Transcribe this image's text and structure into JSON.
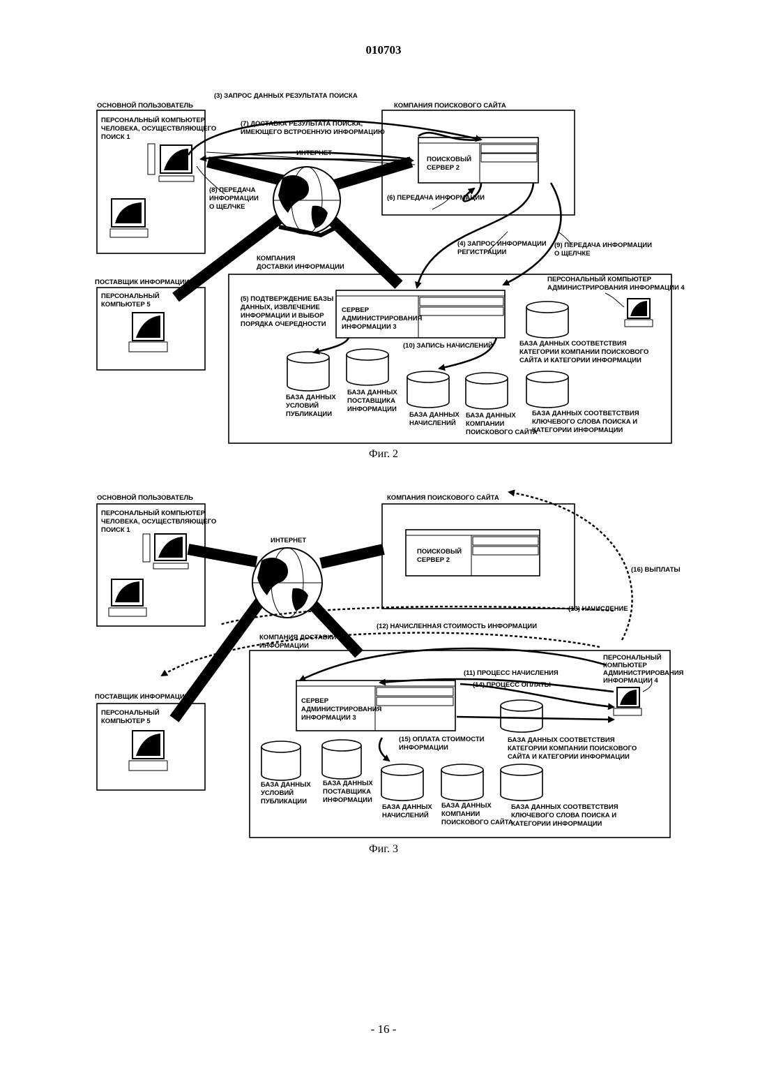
{
  "page": {
    "doc_number": "010703",
    "page_number": "- 16 -"
  },
  "fig2": {
    "caption": "Фиг. 2",
    "labels": {
      "primary_user": "ОСНОВНОЙ ПОЛЬЗОВАТЕЛЬ",
      "searcher_pc": [
        "ПЕРСОНАЛЬНЫЙ КОМПЬЮТЕР",
        "ЧЕЛОВЕКА, ОСУЩЕСТВЛЯЮЩЕГО",
        "ПОИСК 1"
      ],
      "search_company": "КОМПАНИЯ ПОИСКОВОГО САЙТА",
      "search_server": [
        "ПОИСКОВЫЙ",
        "СЕРВЕР 2"
      ],
      "internet": "ИНТЕРНЕТ",
      "step3": "(3) ЗАПРОС ДАННЫХ РЕЗУЛЬТАТА ПОИСКА",
      "step7": [
        "(7) ДОСТАВКА РЕЗУЛЬТАТА ПОИСКА,",
        "ИМЕЮЩЕГО ВСТРОЕННУЮ ИНФОРМАЦИЮ"
      ],
      "step8": [
        "(8) ПЕРЕДАЧА",
        "ИНФОРМАЦИИ",
        "О ЩЕЛЧКЕ"
      ],
      "step6": "(6) ПЕРЕДАЧА ИНФОРМАЦИИ",
      "step4": [
        "(4) ЗАПРОС ИНФОРМАЦИИ",
        "РЕГИСТРАЦИИ"
      ],
      "step9": [
        "(9) ПЕРЕДАЧА ИНФОРМАЦИИ",
        "О ЩЕЛЧКЕ"
      ],
      "delivery_company": [
        "КОМПАНИЯ",
        "ДОСТАВКИ ИНФОРМАЦИИ"
      ],
      "provider": "ПОСТАВЩИК ИНФОРМАЦИИ",
      "provider_pc": [
        "ПЕРСОНАЛЬНЫЙ",
        "КОМПЬЮТЕР 5"
      ],
      "step5": [
        "(5) ПОДТВЕРЖДЕНИЕ БАЗЫ",
        "ДАННЫХ, ИЗВЛЕЧЕНИЕ",
        "ИНФОРМАЦИИ И ВЫБОР",
        "ПОРЯДКА ОЧЕРЕДНОСТИ"
      ],
      "admin_server": [
        "СЕРВЕР",
        "АДМИНИСТРИРОВАНИЯ",
        "ИНФОРМАЦИИ 3"
      ],
      "admin_pc": [
        "ПЕРСОНАЛЬНЫЙ КОМПЬЮТЕР",
        "АДМИНИСТРИРОВАНИЯ ИНФОРМАЦИИ 4"
      ],
      "step10": "(10) ЗАПИСЬ НАЧИСЛЕНИЙ",
      "db_category": [
        "БАЗА ДАННЫХ СООТВЕТСТВИЯ",
        "КАТЕГОРИИ КОМПАНИИ ПОИСКОВОГО",
        "САЙТА И КАТЕГОРИИ ИНФОРМАЦИИ"
      ],
      "db_conditions": [
        "БАЗА ДАННЫХ",
        "УСЛОВИЙ",
        "ПУБЛИКАЦИИ"
      ],
      "db_provider": [
        "БАЗА ДАННЫХ",
        "ПОСТАВЩИКА",
        "ИНФОРМАЦИИ"
      ],
      "db_charges": [
        "БАЗА ДАННЫХ",
        "НАЧИСЛЕНИЙ"
      ],
      "db_company": [
        "БАЗА ДАННЫХ",
        "КОМПАНИИ",
        "ПОИСКОВОГО САЙТА"
      ],
      "db_keyword": [
        "БАЗА ДАННЫХ СООТВЕТСТВИЯ",
        "КЛЮЧЕВОГО СЛОВА ПОИСКА И",
        "КАТЕГОРИИ ИНФОРМАЦИИ"
      ]
    }
  },
  "fig3": {
    "caption": "Фиг. 3",
    "labels": {
      "primary_user": "ОСНОВНОЙ ПОЛЬЗОВАТЕЛЬ",
      "searcher_pc": [
        "ПЕРСОНАЛЬНЫЙ КОМПЬЮТЕР",
        "ЧЕЛОВЕКА, ОСУЩЕСТВЛЯЮЩЕГО",
        "ПОИСК 1"
      ],
      "search_company": "КОМПАНИЯ ПОИСКОВОГО САЙТА",
      "search_server": [
        "ПОИСКОВЫЙ",
        "СЕРВЕР 2"
      ],
      "internet": "ИНТЕРНЕТ",
      "step16": "(16) ВЫПЛАТЫ",
      "step13": "(13) НАЧИСЛЕНИЕ",
      "step12": "(12) НАЧИСЛЕННАЯ СТОИМОСТЬ ИНФОРМАЦИИ",
      "delivery_company": [
        "КОМПАНИЯ ДОСТАВКИ",
        "ИНФОРМАЦИИ"
      ],
      "admin_pc": [
        "ПЕРСОНАЛЬНЫЙ",
        "КОМПЬЮТЕР",
        "АДМИНИСТРИРОВАНИЯ",
        "ИНФОРМАЦИИ 4"
      ],
      "step11": "(11) ПРОЦЕСС НАЧИСЛЕНИЯ",
      "step14": "(14) ПРОЦЕСС ОПЛАТЫ",
      "provider": "ПОСТАВЩИК ИНФОРМАЦИИ",
      "provider_pc": [
        "ПЕРСОНАЛЬНЫЙ",
        "КОМПЬЮТЕР 5"
      ],
      "admin_server": [
        "СЕРВЕР",
        "АДМИНИСТРИРОВАНИЯ",
        "ИНФОРМАЦИИ 3"
      ],
      "step15": [
        "(15) ОПЛАТА СТОИМОСТИ",
        "ИНФОРМАЦИИ"
      ],
      "db_category": [
        "БАЗА ДАННЫХ СООТВЕТСТВИЯ",
        "КАТЕГОРИИ КОМПАНИИ ПОИСКОВОГО",
        "САЙТА И КАТЕГОРИИ ИНФОРМАЦИИ"
      ],
      "db_conditions": [
        "БАЗА ДАННЫХ",
        "УСЛОВИЙ",
        "ПУБЛИКАЦИИ"
      ],
      "db_provider": [
        "БАЗА ДАННЫХ",
        "ПОСТАВЩИКА",
        "ИНФОРМАЦИИ"
      ],
      "db_charges": [
        "БАЗА ДАННЫХ",
        "НАЧИСЛЕНИЙ"
      ],
      "db_company": [
        "БАЗА ДАННЫХ",
        "КОМПАНИИ",
        "ПОИСКОВОГО САЙТА"
      ],
      "db_keyword": [
        "БАЗА ДАННЫХ СООТВЕТСТВИЯ",
        "КЛЮЧЕВОГО СЛОВА ПОИСКА И",
        "КАТЕГОРИИ ИНФОРМАЦИИ"
      ]
    }
  }
}
